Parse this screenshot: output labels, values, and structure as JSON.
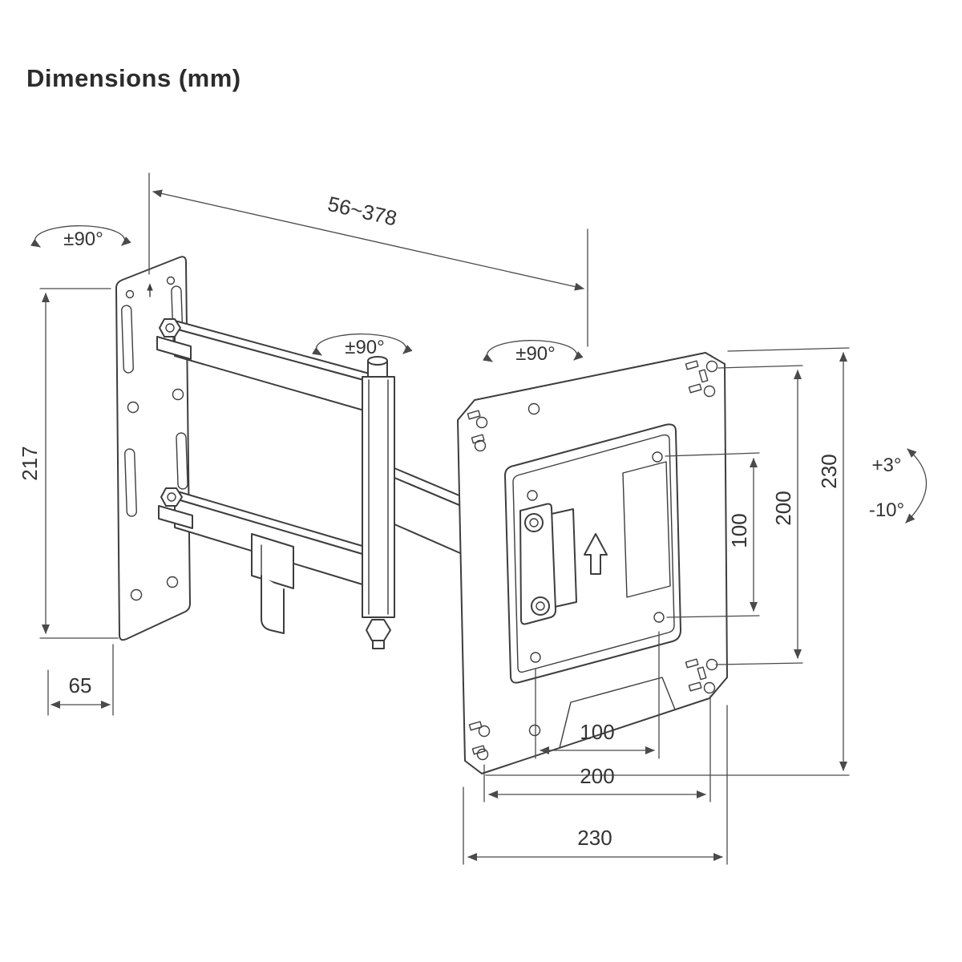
{
  "page": {
    "title": "Dimensions (mm)"
  },
  "drawing": {
    "subject": "Full-motion TV wall-mount bracket - dimensioned technical drawing",
    "rotation": {
      "wall_swivel": "±90°",
      "elbow_swivel": "±90°",
      "plate_swivel": "±90°"
    },
    "tilt": {
      "up": "+3°",
      "down": "-10°"
    },
    "linear": {
      "extension_range": "56~378",
      "wall_plate_height": "217",
      "wall_plate_width": "65",
      "vesa_vertical_100": "100",
      "hole_span_vertical_200": "200",
      "plate_height_230": "230",
      "vesa_horizontal_100": "100",
      "hole_span_horizontal_200": "200",
      "plate_width_230": "230"
    }
  }
}
